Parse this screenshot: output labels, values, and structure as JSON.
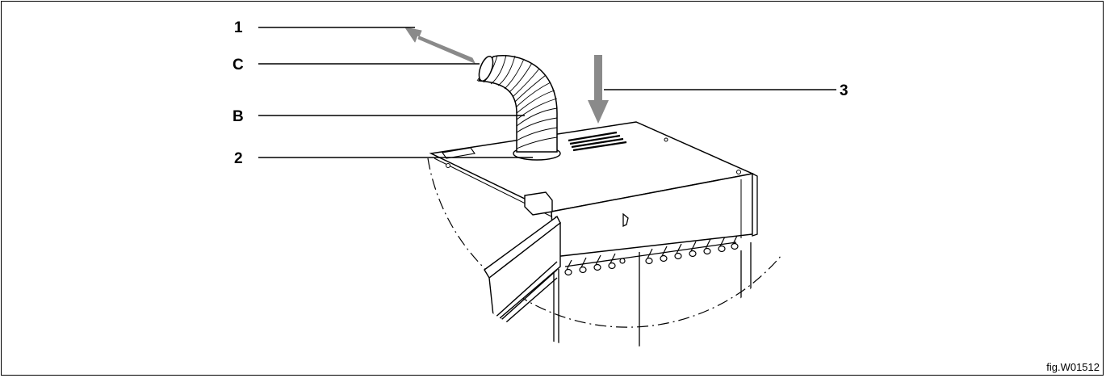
{
  "callouts": {
    "c1": "1",
    "cC": "C",
    "cB": "B",
    "c2": "2",
    "c3": "3"
  },
  "figure_id": "fig.W01512",
  "colors": {
    "arrow": "#8a8a8a",
    "line": "#000000",
    "background": "#ffffff"
  }
}
